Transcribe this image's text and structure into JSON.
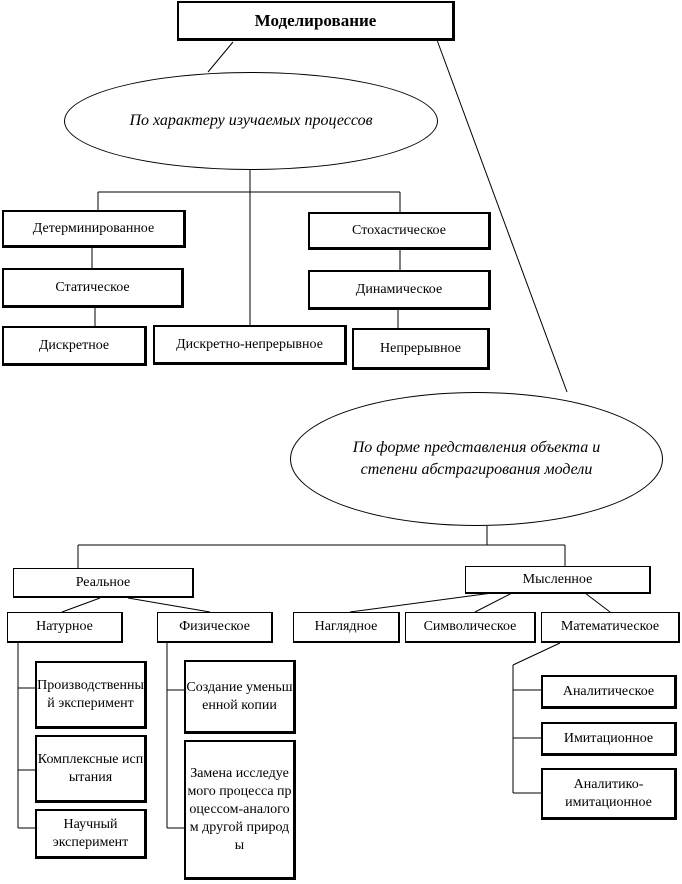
{
  "root": {
    "label": "Моделирование"
  },
  "process_criterion": {
    "label": "По характеру изучаемых процессов",
    "nodes": {
      "deterministic": "Детерминированное",
      "stochastic": "Стохастическое",
      "static": "Статическое",
      "dynamic": "Динамическое",
      "discrete": "Дискретное",
      "discrete_continuous": "Дискретно-непрерывное",
      "continuous": "Непрерывное"
    }
  },
  "form_criterion": {
    "label_line1": "По форме представления объекта и",
    "label_line2": "степени абстрагирования модели",
    "real": {
      "label": "Реальное",
      "natural": {
        "label": "Натурное",
        "children": [
          "Производственный эксперимент",
          "Комплексные испытания",
          "Научный эксперимент"
        ]
      },
      "physical": {
        "label": "Физическое",
        "children": [
          "Создание уменьшенной копии",
          "Замена исследуемого процесса процессом-аналогом другой природы"
        ]
      }
    },
    "mental": {
      "label": "Мысленное",
      "visual": "Наглядное",
      "symbolic": "Символическое",
      "mathematical": {
        "label": "Математическое",
        "children": [
          "Аналитическое",
          "Имитационное",
          "Аналитико-имитационное"
        ]
      }
    }
  }
}
